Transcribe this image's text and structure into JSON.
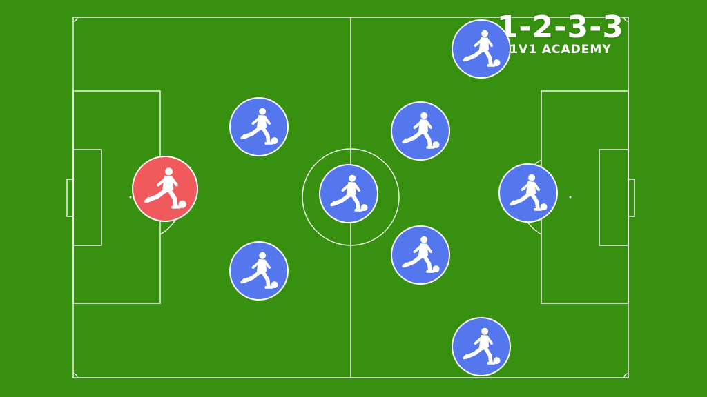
{
  "title": "1-2-3-3",
  "brand": "1V1 ACADEMY",
  "colors": {
    "grass": "#37900f",
    "lines": "#ffffff",
    "goalkeeper": "#f05a5c",
    "outfield": "#5577ee"
  },
  "icon": "soccer-player-kicking-ball-icon",
  "players": [
    {
      "id": "goalkeeper",
      "role": "goalkeeper"
    },
    {
      "id": "defender-top",
      "role": "outfield"
    },
    {
      "id": "defender-bottom",
      "role": "outfield"
    },
    {
      "id": "midfielder-center",
      "role": "outfield"
    },
    {
      "id": "midfielder-top",
      "role": "outfield"
    },
    {
      "id": "midfielder-bottom",
      "role": "outfield"
    },
    {
      "id": "forward-top",
      "role": "outfield"
    },
    {
      "id": "forward-center",
      "role": "outfield"
    },
    {
      "id": "forward-bottom",
      "role": "outfield"
    }
  ]
}
